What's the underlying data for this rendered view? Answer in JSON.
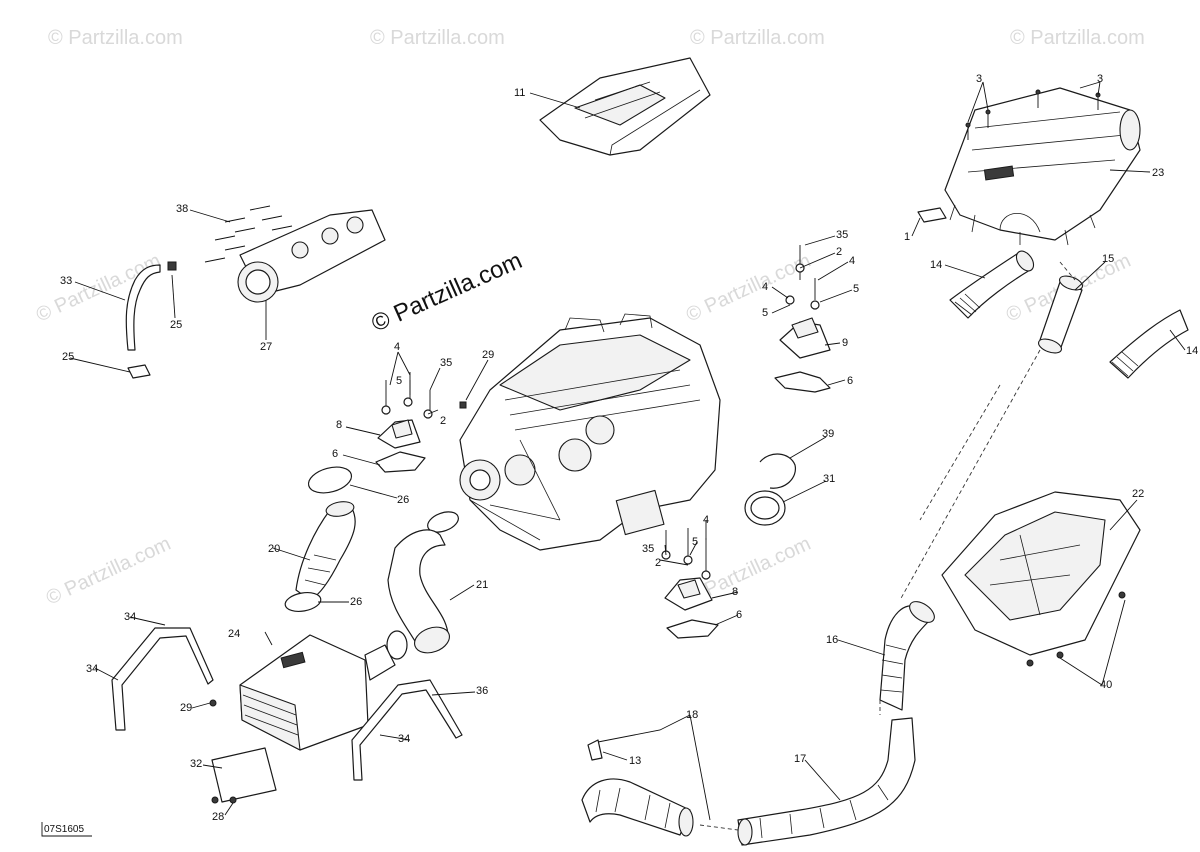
{
  "diagram": {
    "credit": "© Partzilla.com",
    "watermark": "© Partzilla.com",
    "drawing_code": "07S1605",
    "callouts": {
      "c11": "11",
      "c3a": "3",
      "c3b": "3",
      "c23": "23",
      "c1": "1",
      "c14a": "14",
      "c15": "15",
      "c14b": "14",
      "c38": "38",
      "c33": "33",
      "c25a": "25",
      "c25b": "25",
      "c27": "27",
      "c35a": "35",
      "c2a": "2",
      "c4a": "4",
      "c4b": "4",
      "c5a": "5",
      "c5b": "5",
      "c9": "9",
      "c6a": "6",
      "c4c": "4",
      "c5c": "5",
      "c35b": "35",
      "c29a": "29",
      "c2b": "2",
      "c8a": "8",
      "c6b": "6",
      "c39": "39",
      "c31": "31",
      "c26a": "26",
      "c20": "20",
      "c26b": "26",
      "c21": "21",
      "c22": "22",
      "c4d": "4",
      "c35c": "35",
      "c5d": "5",
      "c2c": "2",
      "c8b": "8",
      "c6c": "6",
      "c16": "16",
      "c34a": "34",
      "c34b": "34",
      "c24": "24",
      "c29b": "29",
      "c36": "36",
      "c34c": "34",
      "c40": "40",
      "c18": "18",
      "c13": "13",
      "c17": "17",
      "c32": "32",
      "c28": "28"
    }
  }
}
